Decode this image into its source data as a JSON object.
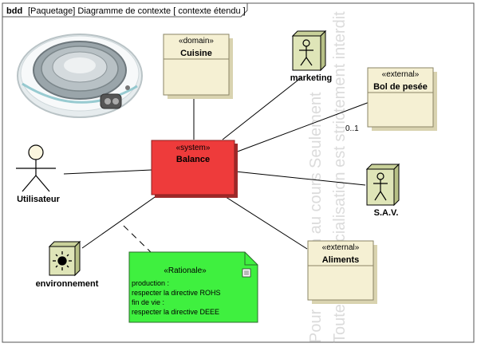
{
  "frame": {
    "keyword": "bdd",
    "label": "[Paquetage] Diagramme de contexte [ contexte étendu ]"
  },
  "blocks": {
    "cuisine": {
      "stereotype": "«domain»",
      "name": "Cuisine"
    },
    "balance": {
      "stereotype": "«system»",
      "name": "Balance"
    },
    "bol": {
      "stereotype": "«external»",
      "name": "Bol de pesée"
    },
    "aliments": {
      "stereotype": "«external»",
      "name": "Aliments"
    }
  },
  "actors": {
    "utilisateur": "Utilisateur",
    "marketing": "marketing",
    "sav": "S.A.V.",
    "environnement": "environnement"
  },
  "multiplicity": "0..1",
  "note": {
    "stereotype": "«Rationale»",
    "lines": [
      "production :",
      "respecter la directive ROHS",
      "fin de vie :",
      "respecter la directive DEEE"
    ]
  },
  "watermark": {
    "line1": "Pour utilisation au cours Seulement",
    "line2": "Toute commercialisation est strictement interdit"
  },
  "colors": {
    "block_fill": "#f5f0d3",
    "system_fill": "#ee3b3b",
    "note_fill": "#3ff03f",
    "actor_box": "#dfe5b8",
    "line": "#000000"
  }
}
